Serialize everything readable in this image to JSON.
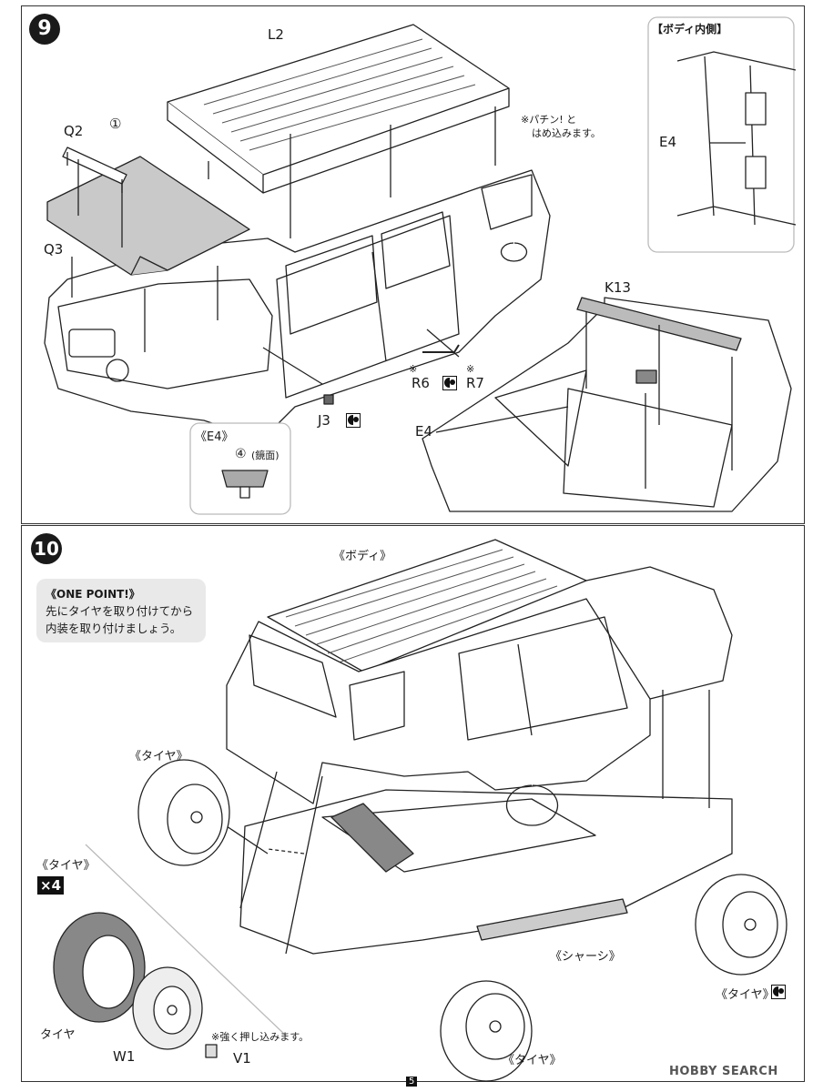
{
  "step9": {
    "number": "9",
    "parts": {
      "L2": "L2",
      "Q2": "Q2",
      "Q3": "Q3",
      "circle1": "①",
      "E4_main": "E4",
      "E4_inset": "E4",
      "K13": "K13",
      "R6": "R6",
      "R7": "R7",
      "J3": "J3",
      "ast": "※"
    },
    "snap_note": [
      "※パチン! と",
      "はめ込みます。"
    ],
    "body_inside_label": "【ボディ内側】",
    "e4_box": {
      "title": "《E4》",
      "num": "④",
      "paint": "(鏡面)"
    }
  },
  "step10": {
    "number": "10",
    "one_point": {
      "title": "《ONE POINT!》",
      "lines": [
        "先にタイヤを取り付けてから",
        "内装を取り付けましょう。"
      ]
    },
    "body_label": "《ボディ》",
    "chassis_label": "《シャーシ》",
    "tire_label_a": "《タイヤ》",
    "tire_label_b": "《タイヤ》",
    "tire_label_c": "《タイヤ》",
    "tire_section": {
      "title": "《タイヤ》",
      "qty": "×4",
      "tire_part": "タイヤ",
      "W1": "W1",
      "V1": "V1",
      "press_note": "※強く押し込みます。"
    }
  },
  "footer": {
    "page": "5",
    "watermark": "HOBBY SEARCH"
  }
}
